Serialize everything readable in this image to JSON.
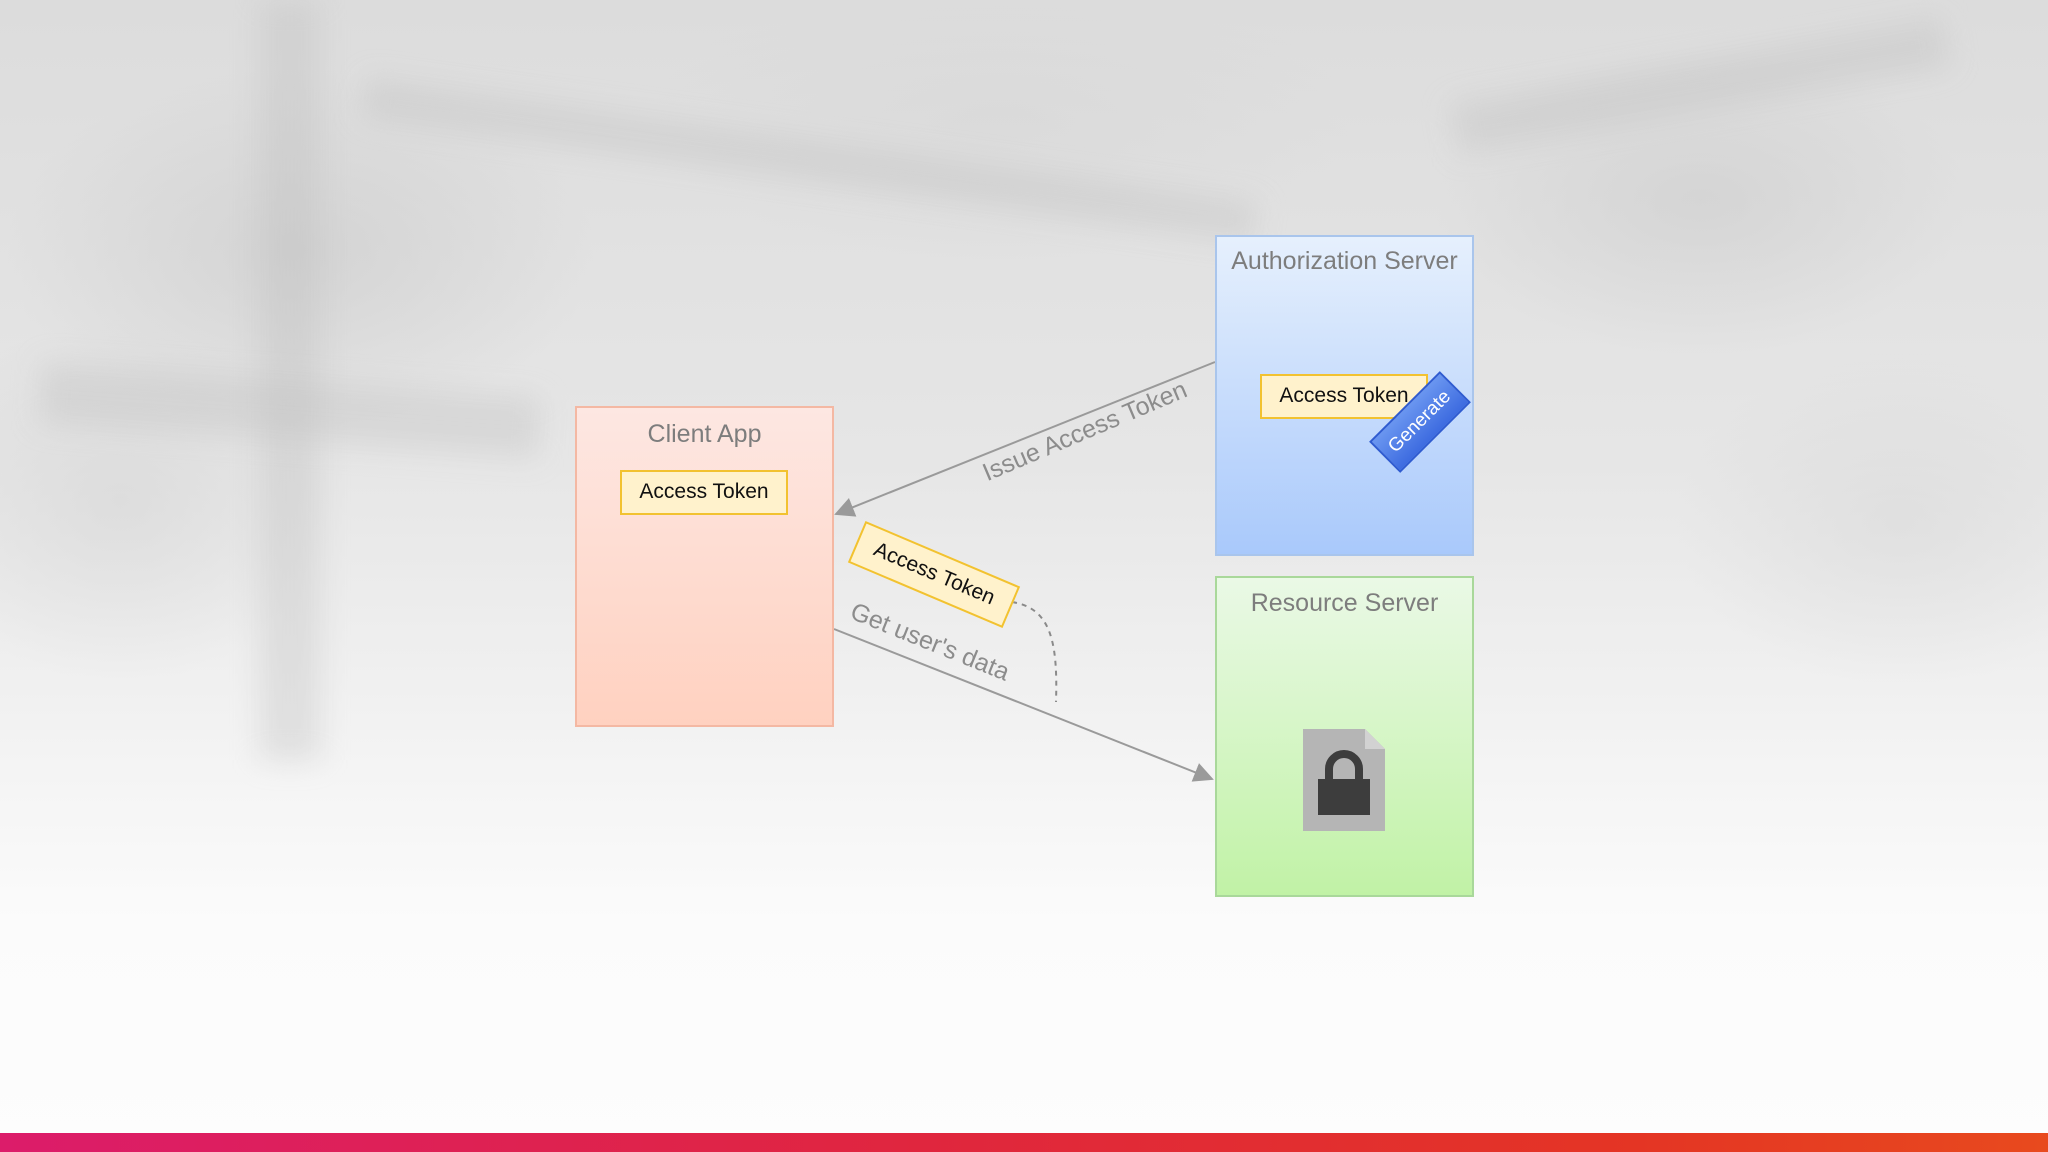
{
  "diagram": {
    "client_app": {
      "title": "Client App",
      "token_label": "Access Token"
    },
    "authorization_server": {
      "title": "Authorization Server",
      "token_label": "Access Token",
      "generate_label": "Generate"
    },
    "resource_server": {
      "title": "Resource Server",
      "icon": "locked-document-icon"
    },
    "arrows": {
      "issue": {
        "label": "Issue Access Token"
      },
      "request": {
        "label": "Get user's data",
        "token_label": "Access Token"
      }
    }
  },
  "colors": {
    "client_fill": "#ffd1c0",
    "auth_fill": "#a9c9fb",
    "resource_fill": "#c1f2a6",
    "token_fill": "#fff2cc",
    "token_border": "#f2c230",
    "generate_fill": "#3d6be0",
    "bottom_bar": "#e0263e"
  }
}
